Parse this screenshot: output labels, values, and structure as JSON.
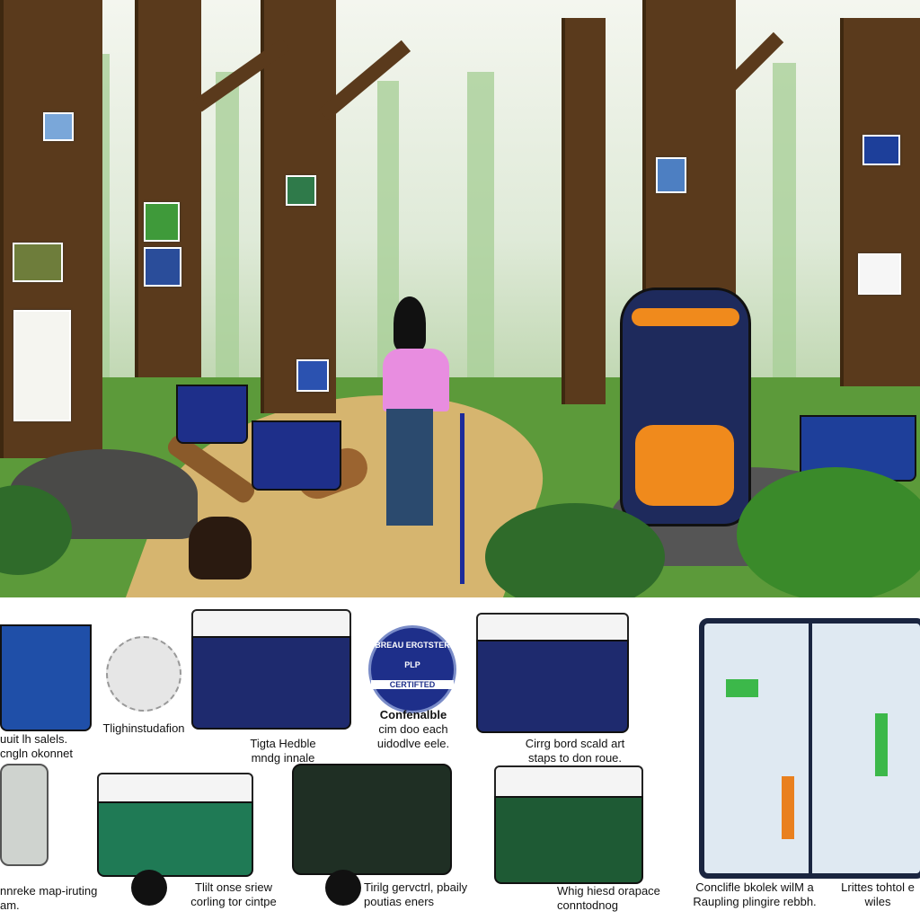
{
  "scene": {
    "description_icons": [
      "tree-icon",
      "photo-icon",
      "backpack-icon",
      "cooler-icon",
      "bear-icon",
      "hiker-icon",
      "log-icon"
    ],
    "colors": {
      "forest": "#5c9a3a",
      "trunk": "#5a3a1c",
      "navy": "#1e2f6e",
      "orange": "#f08a1c",
      "green": "#1f6b45"
    }
  },
  "badge": {
    "top": "BREAU ERGTSTER",
    "middle": "PLP",
    "bottom": "CERTIFTED"
  },
  "captions": [
    {
      "lines": [
        "uuit lh salels.",
        "cngln okonnet"
      ]
    },
    {
      "lines": [
        "Tlighinstudafion"
      ]
    },
    {
      "lines": [
        "Tigta Hedble",
        "mndg innale"
      ]
    },
    {
      "lines": [
        "Confenalble",
        "cim doo each",
        "uidodlve eele."
      ]
    },
    {
      "lines": [
        "Cirrg bord scald art",
        "staps to don roue."
      ]
    },
    {
      "lines": [
        "nnreke map-iruting",
        "am."
      ]
    },
    {
      "lines": [
        "Tlilt onse sriew",
        "corling tor cintpe"
      ]
    },
    {
      "lines": [
        "Tirilg gervctrl, pbaily",
        "poutias eners"
      ]
    },
    {
      "lines": [
        "Whig hiesd orapace",
        "conntodnog"
      ]
    },
    {
      "lines": [
        "Conclifle bkolek wilM a",
        "Raupling plingire rebbh."
      ]
    },
    {
      "lines": [
        "Lrittes tohtol e",
        "wiles"
      ]
    }
  ]
}
